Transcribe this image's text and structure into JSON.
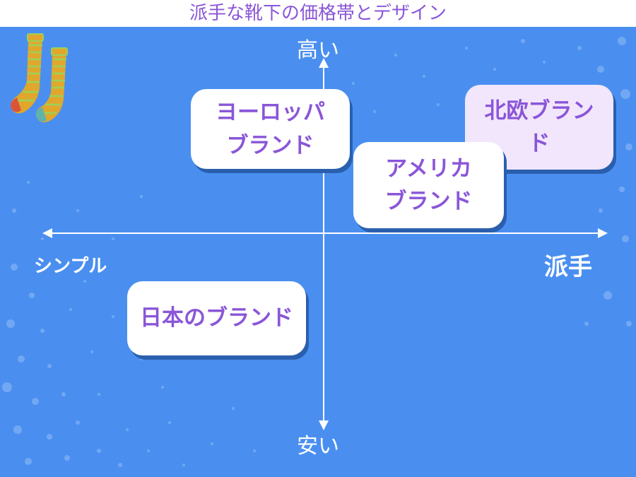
{
  "title": "派手な靴下の価格帯とデザイン",
  "axes": {
    "top": "高い",
    "bottom": "安い",
    "left": "シンプル",
    "right": "派手"
  },
  "brands": {
    "europe": [
      "ヨーロッパ",
      "ブランド"
    ],
    "nordic": [
      "北欧ブラン",
      "ド"
    ],
    "america": [
      "アメリカ",
      "ブランド"
    ],
    "japan": [
      "日本のブランド"
    ]
  },
  "colors": {
    "background": "#4a8ff0",
    "accent_text": "#8a56d8",
    "card": "#ffffff",
    "nordic_card": "#f1e6fb",
    "axis": "#ffffff"
  },
  "icons": [
    "socks-icon"
  ]
}
